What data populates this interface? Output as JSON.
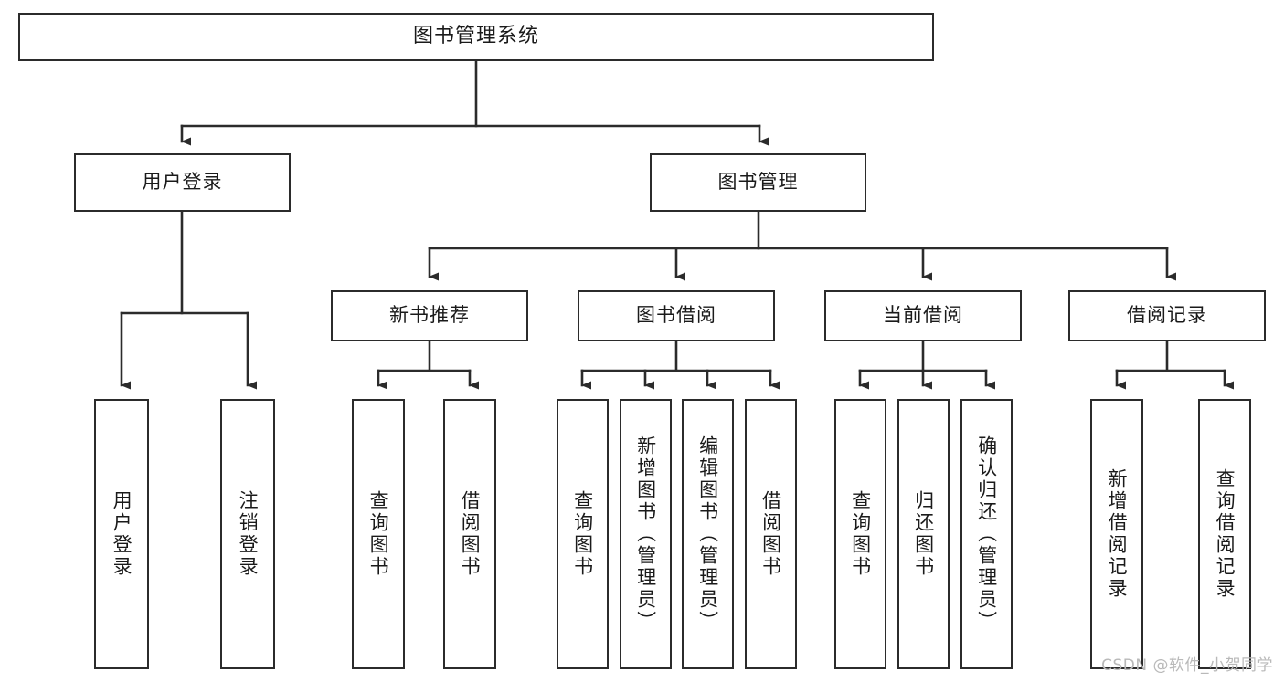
{
  "diagram": {
    "title": "图书管理系统",
    "type": "tree-hierarchy",
    "watermark": "CSDN @软件_小贺同学",
    "colors": {
      "box_border": "#2b2b2b",
      "box_fill": "#ffffff",
      "connector": "#2b2b2b",
      "text": "#1a1a1a",
      "watermark": "#b9b9b9",
      "background": "#ffffff"
    },
    "root": {
      "label": "图书管理系统"
    },
    "level2": [
      {
        "label": "用户登录"
      },
      {
        "label": "图书管理"
      }
    ],
    "level3": [
      {
        "label": "新书推荐"
      },
      {
        "label": "图书借阅"
      },
      {
        "label": "当前借阅"
      },
      {
        "label": "借阅记录"
      }
    ],
    "leaves": {
      "user_login": [
        {
          "label": "用户登录"
        },
        {
          "label": "注销登录"
        }
      ],
      "new_book_recommend": [
        {
          "label": "查询图书"
        },
        {
          "label": "借阅图书"
        }
      ],
      "book_borrow": [
        {
          "label": "查询图书"
        },
        {
          "label": "新增图书（管理员）"
        },
        {
          "label": "编辑图书（管理员）"
        },
        {
          "label": "借阅图书"
        }
      ],
      "current_borrow": [
        {
          "label": "查询图书"
        },
        {
          "label": "归还图书"
        },
        {
          "label": "确认归还（管理员）"
        }
      ],
      "borrow_record": [
        {
          "label": "新增借阅记录"
        },
        {
          "label": "查询借阅记录"
        }
      ]
    }
  }
}
